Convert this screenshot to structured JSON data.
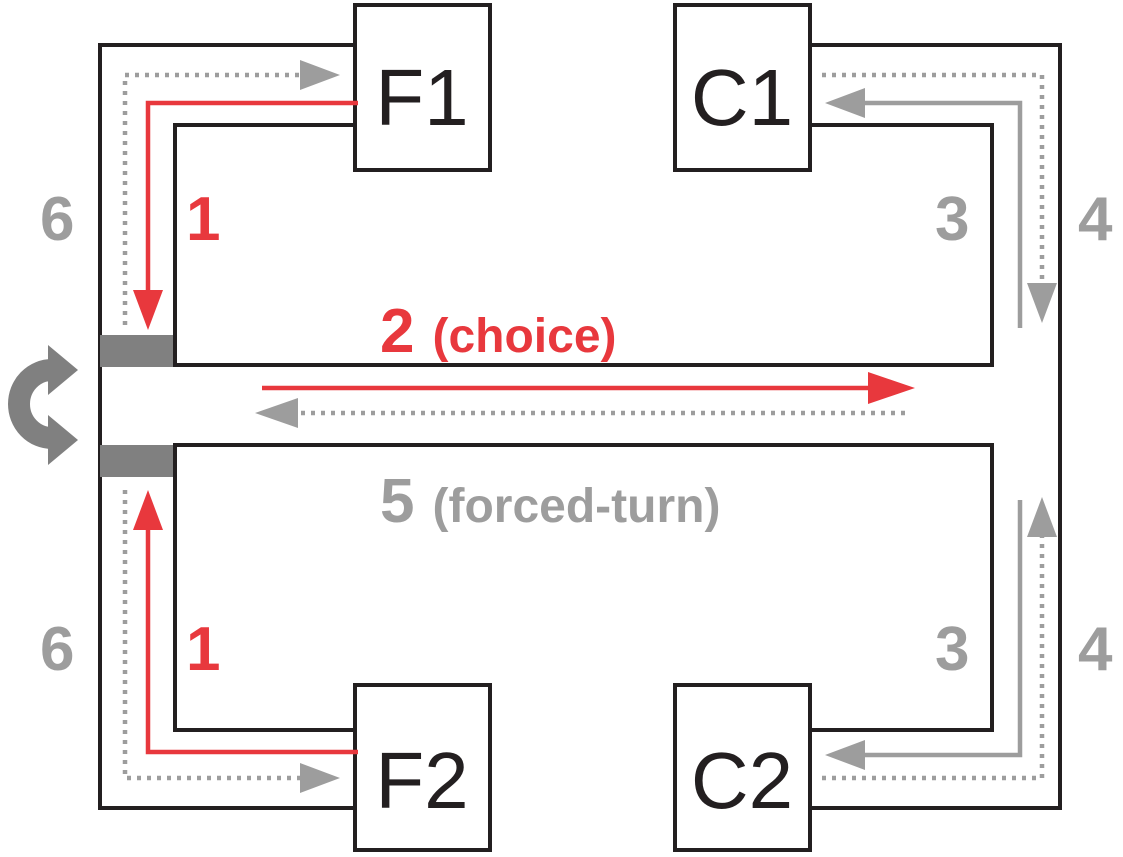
{
  "boxes": {
    "f1": "F1",
    "f2": "F2",
    "c1": "C1",
    "c2": "C2"
  },
  "steps": {
    "step1_top": "1",
    "step1_bottom": "1",
    "step2_number": "2",
    "step2_text": "(choice)",
    "step3_top": "3",
    "step3_bottom": "3",
    "step4_top": "4",
    "step4_bottom": "4",
    "step5_number": "5",
    "step5_text": "(forced-turn)",
    "step6_top": "6",
    "step6_bottom": "6"
  },
  "colors": {
    "red": "#e8383d",
    "gray": "#9d9d9d",
    "wall": "#231f20",
    "door": "#808080"
  },
  "icons": {
    "turn": "curved-turn-arrow-icon"
  }
}
